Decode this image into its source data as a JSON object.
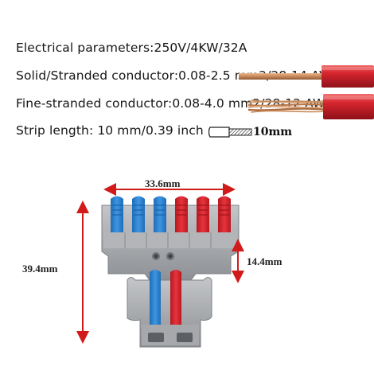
{
  "specs": {
    "electrical": "Electrical parameters:250V/4KW/32A",
    "solid": "Solid/Stranded conductor:0.08-2.5 mm2/28-14 AWG",
    "fine": "Fine-stranded conductor:0.08-4.0 mm2/28-12 AWG",
    "strip": "Strip length: 10 mm/0.39 inch",
    "strip_icon_label": "10mm"
  },
  "dimensions": {
    "width": "33.6mm",
    "total_height": "39.4mm",
    "base_height": "14.4mm"
  },
  "colors": {
    "lever_blue": "#2f86d6",
    "lever_red": "#d9262f",
    "housing": "#a9abae",
    "arrow": "#d11a1a",
    "copper": "#c9895a",
    "insulation": "#d6252f"
  }
}
